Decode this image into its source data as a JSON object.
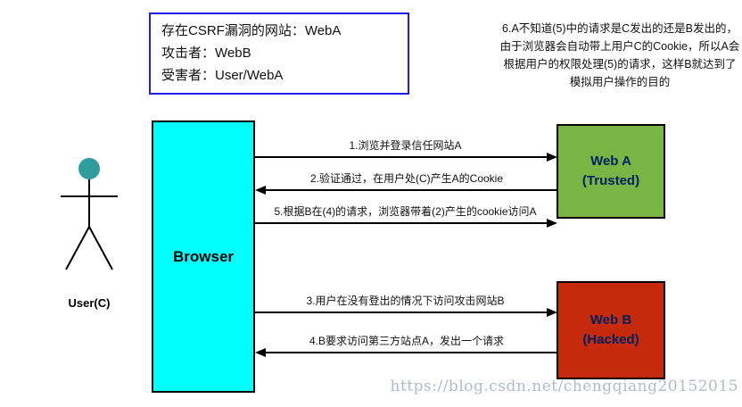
{
  "info_box": {
    "lines": [
      "存在CSRF漏洞的网站：WebA",
      "攻击者：WebB",
      "受害者：User/WebA"
    ]
  },
  "note": {
    "text": "6.A不知道(5)中的请求是C发出的还是B发出的，由于浏览器会自动带上用户C的Cookie，所以A会根据用户的权限处理(5)的请求，这样B就达到了模拟用户操作的目的"
  },
  "actor": {
    "label": "User(C)",
    "head_color": "#2f9d9d"
  },
  "nodes": {
    "browser": {
      "label": "Browser",
      "color": "#00ffff"
    },
    "web_a": {
      "label": "Web A",
      "sublabel": "(Trusted)",
      "color": "#79b544"
    },
    "web_b": {
      "label": "Web B",
      "sublabel": "(Hacked)",
      "color": "#c52a0d"
    }
  },
  "arrows": [
    {
      "step": 1,
      "label": "1.浏览并登录信任网站A",
      "from": "Browser",
      "to": "Web A",
      "direction": "right"
    },
    {
      "step": 2,
      "label": "2.验证通过，在用户处(C)产生A的Cookie",
      "from": "Web A",
      "to": "Browser",
      "direction": "left"
    },
    {
      "step": 5,
      "label": "5.根据B在(4)的请求，浏览器带着(2)产生的cookie访问A",
      "from": "Browser",
      "to": "Web A",
      "direction": "right"
    },
    {
      "step": 3,
      "label": "3.用户在没有登出的情况下访问攻击网站B",
      "from": "Browser",
      "to": "Web B",
      "direction": "right"
    },
    {
      "step": 4,
      "label": "4.B要求访问第三方站点A，发出一个请求",
      "from": "Web B",
      "to": "Browser",
      "direction": "left"
    }
  ],
  "watermark": "https://blog.csdn.net/chengqiang20152015"
}
